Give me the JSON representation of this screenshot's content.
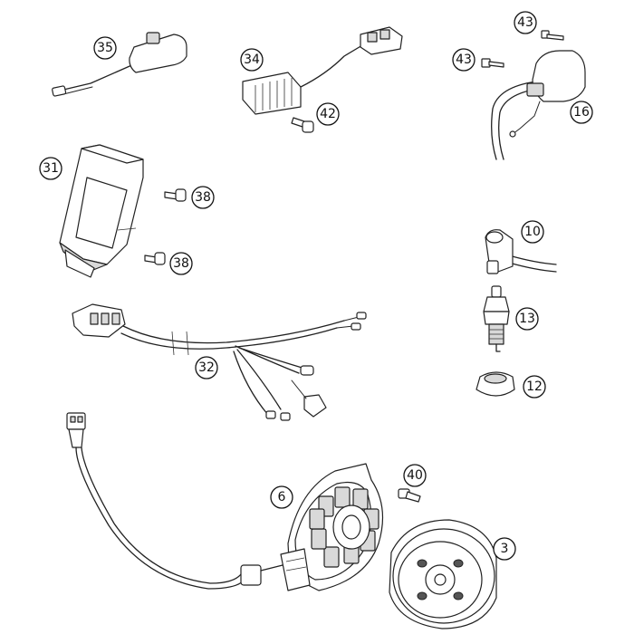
{
  "diagram": {
    "callouts": [
      {
        "key": "c35",
        "label": "35"
      },
      {
        "key": "c34",
        "label": "34"
      },
      {
        "key": "c42",
        "label": "42"
      },
      {
        "key": "c43a",
        "label": "43"
      },
      {
        "key": "c43b",
        "label": "43"
      },
      {
        "key": "c16",
        "label": "16"
      },
      {
        "key": "c31",
        "label": "31"
      },
      {
        "key": "c38a",
        "label": "38"
      },
      {
        "key": "c38b",
        "label": "38"
      },
      {
        "key": "c10",
        "label": "10"
      },
      {
        "key": "c13",
        "label": "13"
      },
      {
        "key": "c12",
        "label": "12"
      },
      {
        "key": "c32",
        "label": "32"
      },
      {
        "key": "c40",
        "label": "40"
      },
      {
        "key": "c6",
        "label": "6"
      },
      {
        "key": "c3",
        "label": "3"
      }
    ]
  }
}
